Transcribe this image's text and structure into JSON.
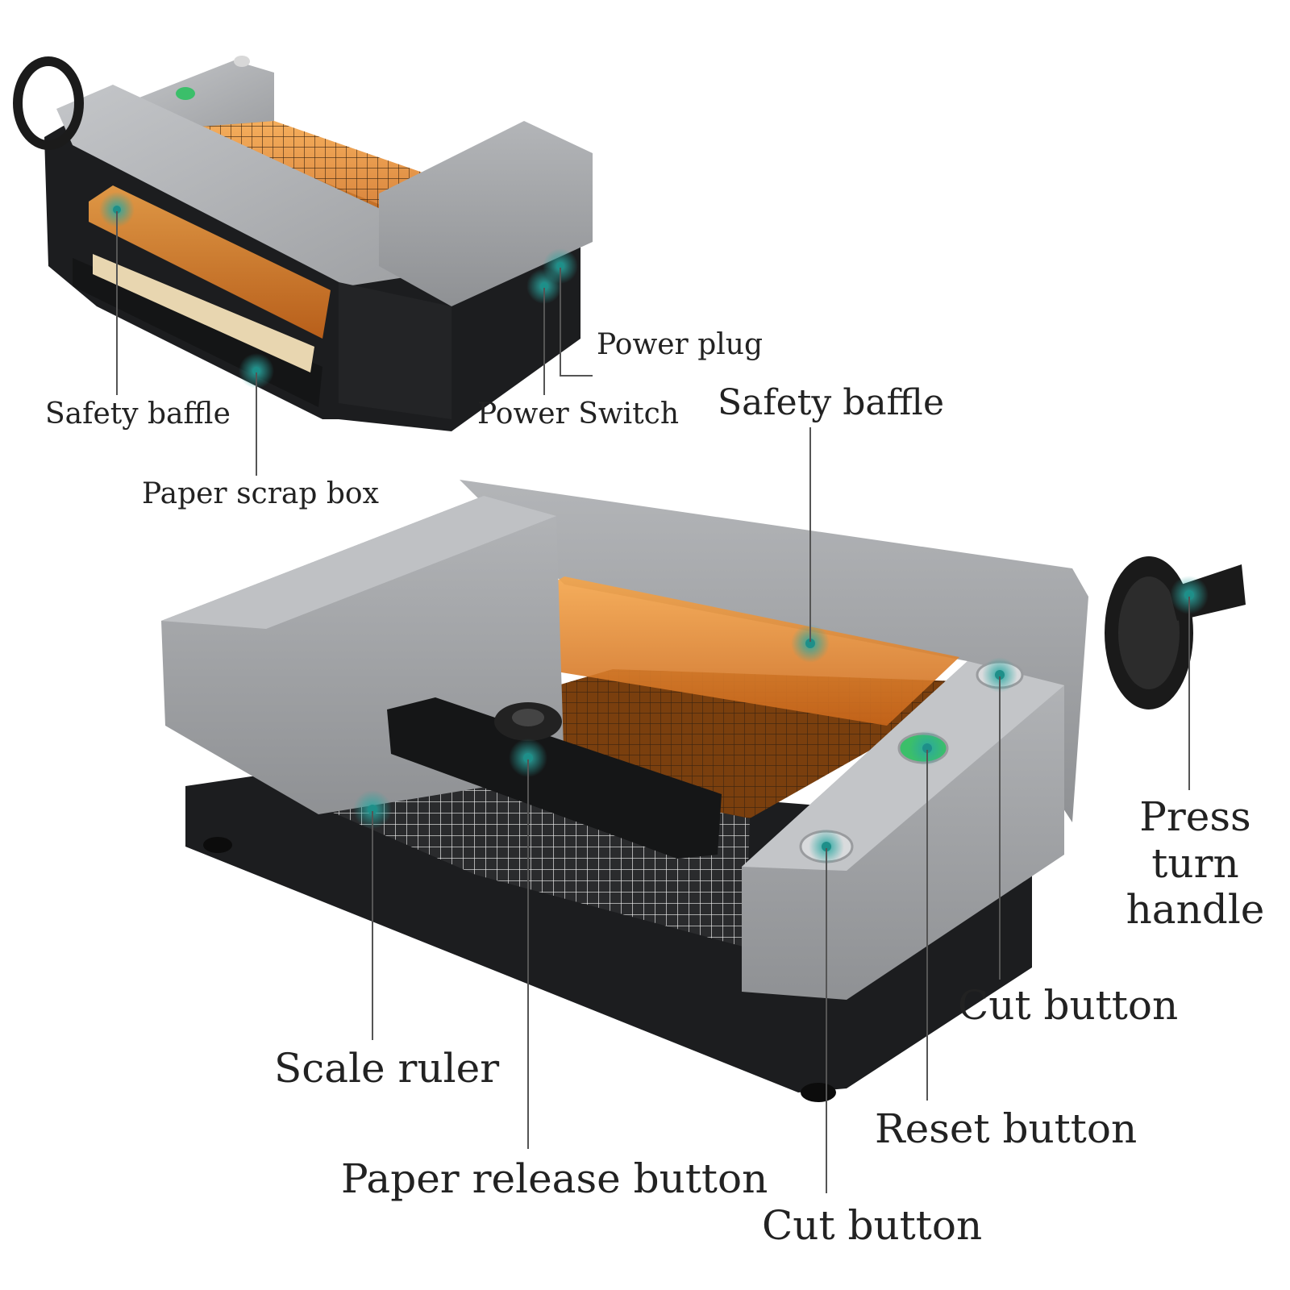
{
  "labels": {
    "safety_baffle_small": "Safety baffle",
    "paper_scrap_box": "Paper scrap box",
    "power_plug": "Power plug",
    "power_switch": "Power Switch",
    "safety_baffle": "Safety baffle",
    "press_turn_handle_line1": "Press turn",
    "press_turn_handle_line2": "handle",
    "cut_button_upper": "Cut button",
    "reset_button": "Reset button",
    "cut_button_lower": "Cut button",
    "scale_ruler": "Scale ruler",
    "paper_release_button": "Paper release button"
  },
  "colors": {
    "body_gray": "#a9abae",
    "base_black": "#1c1d1f",
    "baffle_orange": "#e88a2a",
    "marker_teal": "#2aa7a1",
    "reset_green": "#3bbf6a",
    "leader_line": "#555555"
  }
}
